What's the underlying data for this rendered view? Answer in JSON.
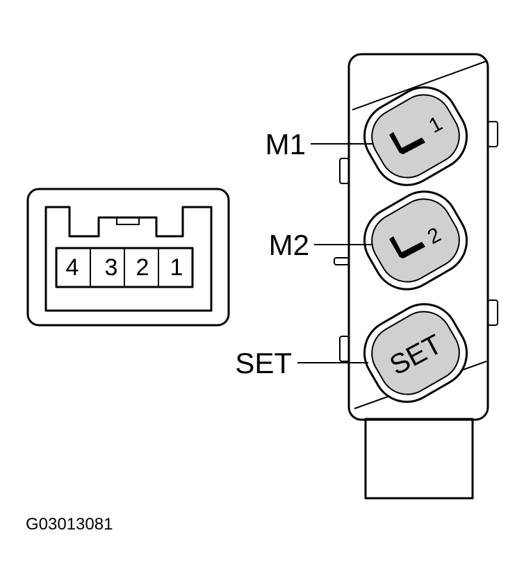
{
  "connector": {
    "pins": [
      "4",
      "3",
      "2",
      "1"
    ]
  },
  "switch": {
    "buttons": [
      {
        "id": "m1",
        "callout": "M1",
        "face_number": "1",
        "icon": "seat-icon"
      },
      {
        "id": "m2",
        "callout": "M2",
        "face_number": "2",
        "icon": "seat-icon"
      },
      {
        "id": "set",
        "callout": "SET",
        "face_text": "SET"
      }
    ]
  },
  "figure_id": "G03013081",
  "colors": {
    "line": "#000000",
    "button_fill": "#d0d0d0",
    "background": "#ffffff"
  }
}
